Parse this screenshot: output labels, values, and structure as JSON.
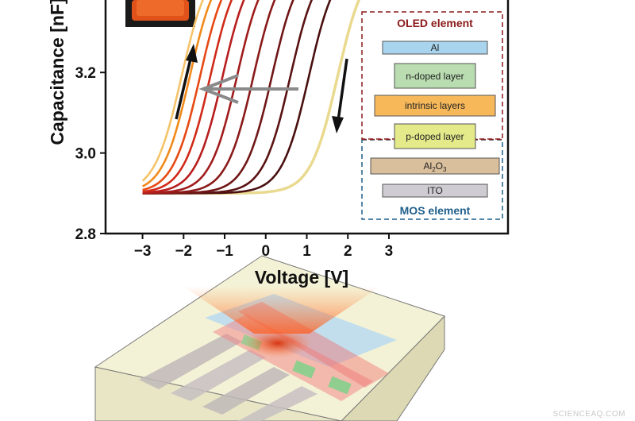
{
  "chart_data": {
    "type": "line",
    "xlabel": "Voltage [V]",
    "ylabel": "Capacitance [nF]",
    "xlim": [
      -3.9,
      5.9
    ],
    "ylim": [
      2.8,
      3.38
    ],
    "x_ticks": [
      "-3",
      "-2",
      "-1",
      "0",
      "1",
      "2",
      "3"
    ],
    "y_ticks": [
      "2.8",
      "3.0",
      "3.2"
    ],
    "grid": false,
    "curve_model": "sigmoid C = 2.9 + 0.58/(1+exp(-(V - V0)/0.33)); one curve per V0",
    "series": [
      {
        "values_v0": 1.75,
        "color": "#e8d88a"
      },
      {
        "values_v0": 1.05,
        "color": "#4a1010"
      },
      {
        "values_v0": 0.6,
        "color": "#5a1212"
      },
      {
        "values_v0": 0.15,
        "color": "#701616"
      },
      {
        "values_v0": -0.3,
        "color": "#8a1a1a"
      },
      {
        "values_v0": -0.7,
        "color": "#a01c1c"
      },
      {
        "values_v0": -1.05,
        "color": "#b81e1e"
      },
      {
        "values_v0": -1.35,
        "color": "#d02a1a"
      },
      {
        "values_v0": -1.6,
        "color": "#e64a14"
      },
      {
        "values_v0": -1.85,
        "color": "#f08a1c"
      },
      {
        "values_v0": -2.05,
        "color": "#f5c46a"
      }
    ],
    "x_sample": [
      -3.0,
      -2.8,
      -2.6,
      -2.4,
      -2.2,
      -2.0,
      -1.8,
      -1.6,
      -1.4,
      -1.2,
      -1.0,
      -0.8,
      -0.6,
      -0.4,
      -0.2,
      0.0,
      0.2,
      0.4,
      0.6,
      0.8,
      1.0,
      1.2,
      1.4,
      1.6,
      1.8,
      2.0,
      2.2,
      2.4,
      2.6,
      2.8,
      3.0
    ]
  },
  "legend_box": {
    "oled_title": "OLED element",
    "mos_title": "MOS element",
    "oled_color": "#8b1a1a",
    "mos_color": "#1f5f8b",
    "layers": [
      {
        "label": "Al",
        "fill": "#a9d4ee"
      },
      {
        "label": "n-doped layer",
        "fill": "#b9dcb0"
      },
      {
        "label": "intrinsic layers",
        "fill": "#f7b85a"
      },
      {
        "label": "p-doped layer",
        "fill": "#e4ea8a"
      },
      {
        "label_main": "Al",
        "sub1": "2",
        "mid": "O",
        "sub2": "3",
        "fill": "#d9bf9c"
      },
      {
        "label": "ITO",
        "fill": "#cfcbd3"
      }
    ]
  },
  "watermark": "SCIENCEAQ.COM"
}
